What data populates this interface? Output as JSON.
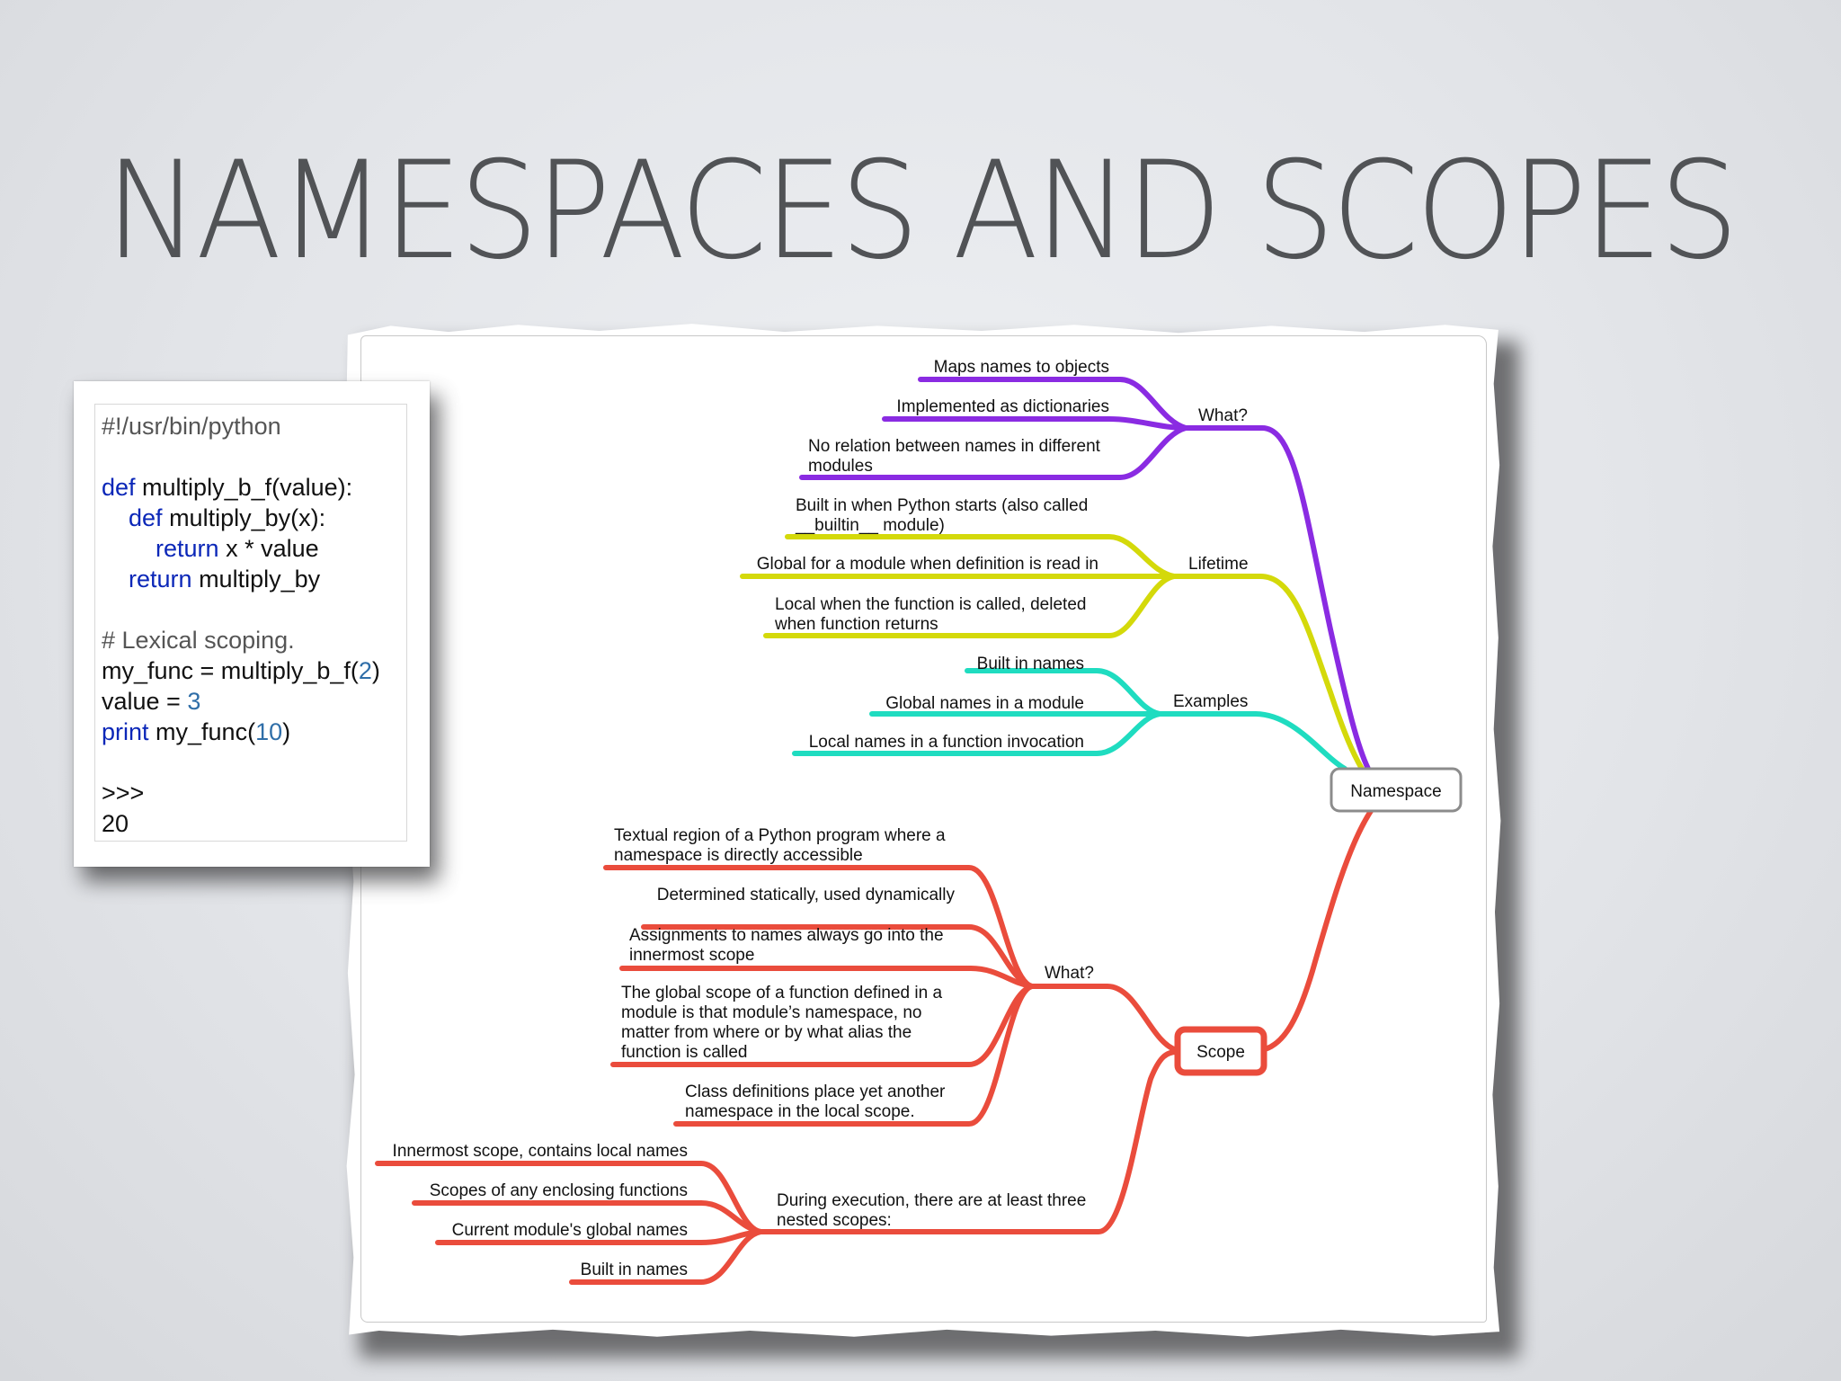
{
  "slide": {
    "title": "NAMESPACES AND SCOPES"
  },
  "code": {
    "lines": [
      {
        "parts": [
          {
            "t": "#!/usr/bin/python",
            "c": "cmt"
          }
        ]
      },
      {
        "parts": [
          {
            "t": "",
            "c": ""
          }
        ]
      },
      {
        "parts": [
          {
            "t": "def",
            "c": "kw"
          },
          {
            "t": " multiply_b_f(value):",
            "c": ""
          }
        ]
      },
      {
        "parts": [
          {
            "t": "    ",
            "c": ""
          },
          {
            "t": "def",
            "c": "kw"
          },
          {
            "t": " multiply_by(x):",
            "c": ""
          }
        ]
      },
      {
        "parts": [
          {
            "t": "        ",
            "c": ""
          },
          {
            "t": "return",
            "c": "kw"
          },
          {
            "t": " x * value",
            "c": ""
          }
        ]
      },
      {
        "parts": [
          {
            "t": "    ",
            "c": ""
          },
          {
            "t": "return",
            "c": "kw"
          },
          {
            "t": " multiply_by",
            "c": ""
          }
        ]
      },
      {
        "parts": [
          {
            "t": "",
            "c": ""
          }
        ]
      },
      {
        "parts": [
          {
            "t": "# Lexical scoping.",
            "c": "cmt"
          }
        ]
      },
      {
        "parts": [
          {
            "t": "my_func = multiply_b_f(",
            "c": ""
          },
          {
            "t": "2",
            "c": "num"
          },
          {
            "t": ")",
            "c": ""
          }
        ]
      },
      {
        "parts": [
          {
            "t": "value = ",
            "c": ""
          },
          {
            "t": "3",
            "c": "num"
          }
        ]
      },
      {
        "parts": [
          {
            "t": "print",
            "c": "kw"
          },
          {
            "t": " my_func(",
            "c": ""
          },
          {
            "t": "10",
            "c": "num"
          },
          {
            "t": ")",
            "c": ""
          }
        ]
      },
      {
        "parts": [
          {
            "t": "",
            "c": ""
          }
        ]
      },
      {
        "parts": [
          {
            "t": ">>>",
            "c": ""
          }
        ]
      },
      {
        "parts": [
          {
            "t": "20",
            "c": ""
          }
        ]
      }
    ]
  },
  "mindmap": {
    "colors": {
      "purple": "#8a2be2",
      "yellow": "#d4d90a",
      "teal": "#1fdcc0",
      "red": "#ea4c3c",
      "node_border_gray": "#8c8c8c"
    },
    "root_nodes": {
      "namespace": "Namespace",
      "scope": "Scope"
    },
    "namespace_branches": [
      {
        "label": "What?",
        "color": "purple",
        "leaves": [
          [
            "Maps names to objects"
          ],
          [
            "Implemented as dictionaries"
          ],
          [
            "No relation between names in different",
            "modules"
          ]
        ]
      },
      {
        "label": "Lifetime",
        "color": "yellow",
        "leaves": [
          [
            "Built in when Python starts (also called",
            "__builtin__ module)"
          ],
          [
            "Global for a module when definition is read in"
          ],
          [
            "Local when the function is called, deleted",
            "when function returns"
          ]
        ]
      },
      {
        "label": "Examples",
        "color": "teal",
        "leaves": [
          [
            "Built in names"
          ],
          [
            "Global names in a module"
          ],
          [
            "Local names in a function invocation"
          ]
        ]
      }
    ],
    "scope_branches": [
      {
        "label": "What?",
        "color": "red",
        "leaves": [
          [
            "Textual region of a Python program where a",
            "namespace is directly accessible"
          ],
          [
            "Determined statically, used dynamically"
          ],
          [
            "Assignments to names always go into the",
            "innermost scope"
          ],
          [
            "The global scope of a function defined in a",
            "module is that module’s namespace, no",
            "matter from where or by what alias the",
            "function is called"
          ],
          [
            "Class definitions place yet another",
            "namespace in the local scope."
          ]
        ]
      },
      {
        "label_lines": [
          "During execution, there are at least three",
          "nested scopes:"
        ],
        "color": "red",
        "leaves": [
          [
            "Innermost scope, contains local names"
          ],
          [
            "Scopes of any enclosing functions"
          ],
          [
            "Current module's global names"
          ],
          [
            "Built in names"
          ]
        ]
      }
    ]
  }
}
